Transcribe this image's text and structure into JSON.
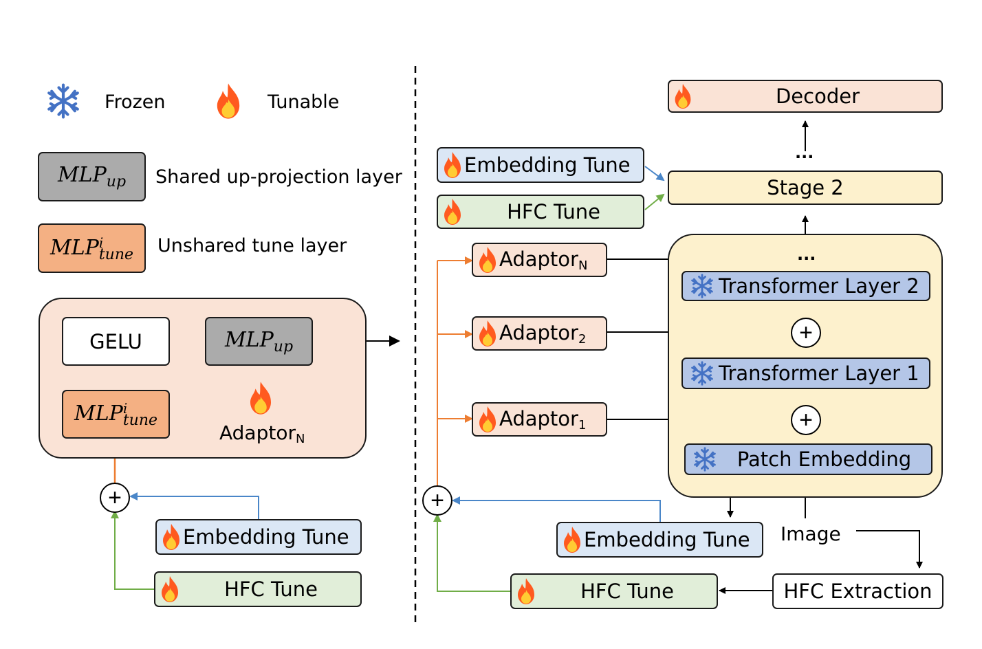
{
  "legend": {
    "frozen": "Frozen",
    "tunable": "Tunable",
    "mlp_up_base": "MLP",
    "mlp_up_sub": "up",
    "shared_desc": "Shared up-projection layer",
    "mlp_tune_base": "MLP",
    "mlp_tune_sup": "i",
    "mlp_tune_sub": "tune",
    "unshared_desc": "Unshared tune layer"
  },
  "adaptor_detail": {
    "gelu": "GELU",
    "mlp_up_base": "MLP",
    "mlp_up_sub": "up",
    "mlp_tune_base": "MLP",
    "mlp_tune_sup": "i",
    "mlp_tune_sub": "tune",
    "adaptor_base": "Adaptor",
    "adaptor_sub": "N",
    "embedding_tune": "Embedding Tune",
    "hfc_tune": "HFC Tune",
    "plus": "+"
  },
  "pipeline": {
    "decoder": "Decoder",
    "ellipsis_top": "...",
    "stage2": "Stage 2",
    "embedding_tune_top": "Embedding Tune",
    "hfc_tune_top": "HFC Tune",
    "adaptor_base": "Adaptor",
    "adaptor_n_sub": "N",
    "adaptor_2_sub": "2",
    "adaptor_1_sub": "1",
    "ellipsis_mid": "...",
    "transformer_layer_2": "Transformer Layer 2",
    "transformer_layer_1": "Transformer Layer 1",
    "patch_embedding": "Patch Embedding",
    "embedding_tune_bottom": "Embedding Tune",
    "image": "Image",
    "hfc_tune_bottom": "HFC Tune",
    "hfc_extraction": "HFC Extraction",
    "plus": "+"
  },
  "colors": {
    "blue_arrow": "#4a86c8",
    "green_arrow": "#70ad47",
    "orange_arrow": "#ed7d31",
    "snowflake": "#4472c4",
    "flame_outer": "#ff5a1f",
    "flame_inner": "#ffcc33"
  }
}
